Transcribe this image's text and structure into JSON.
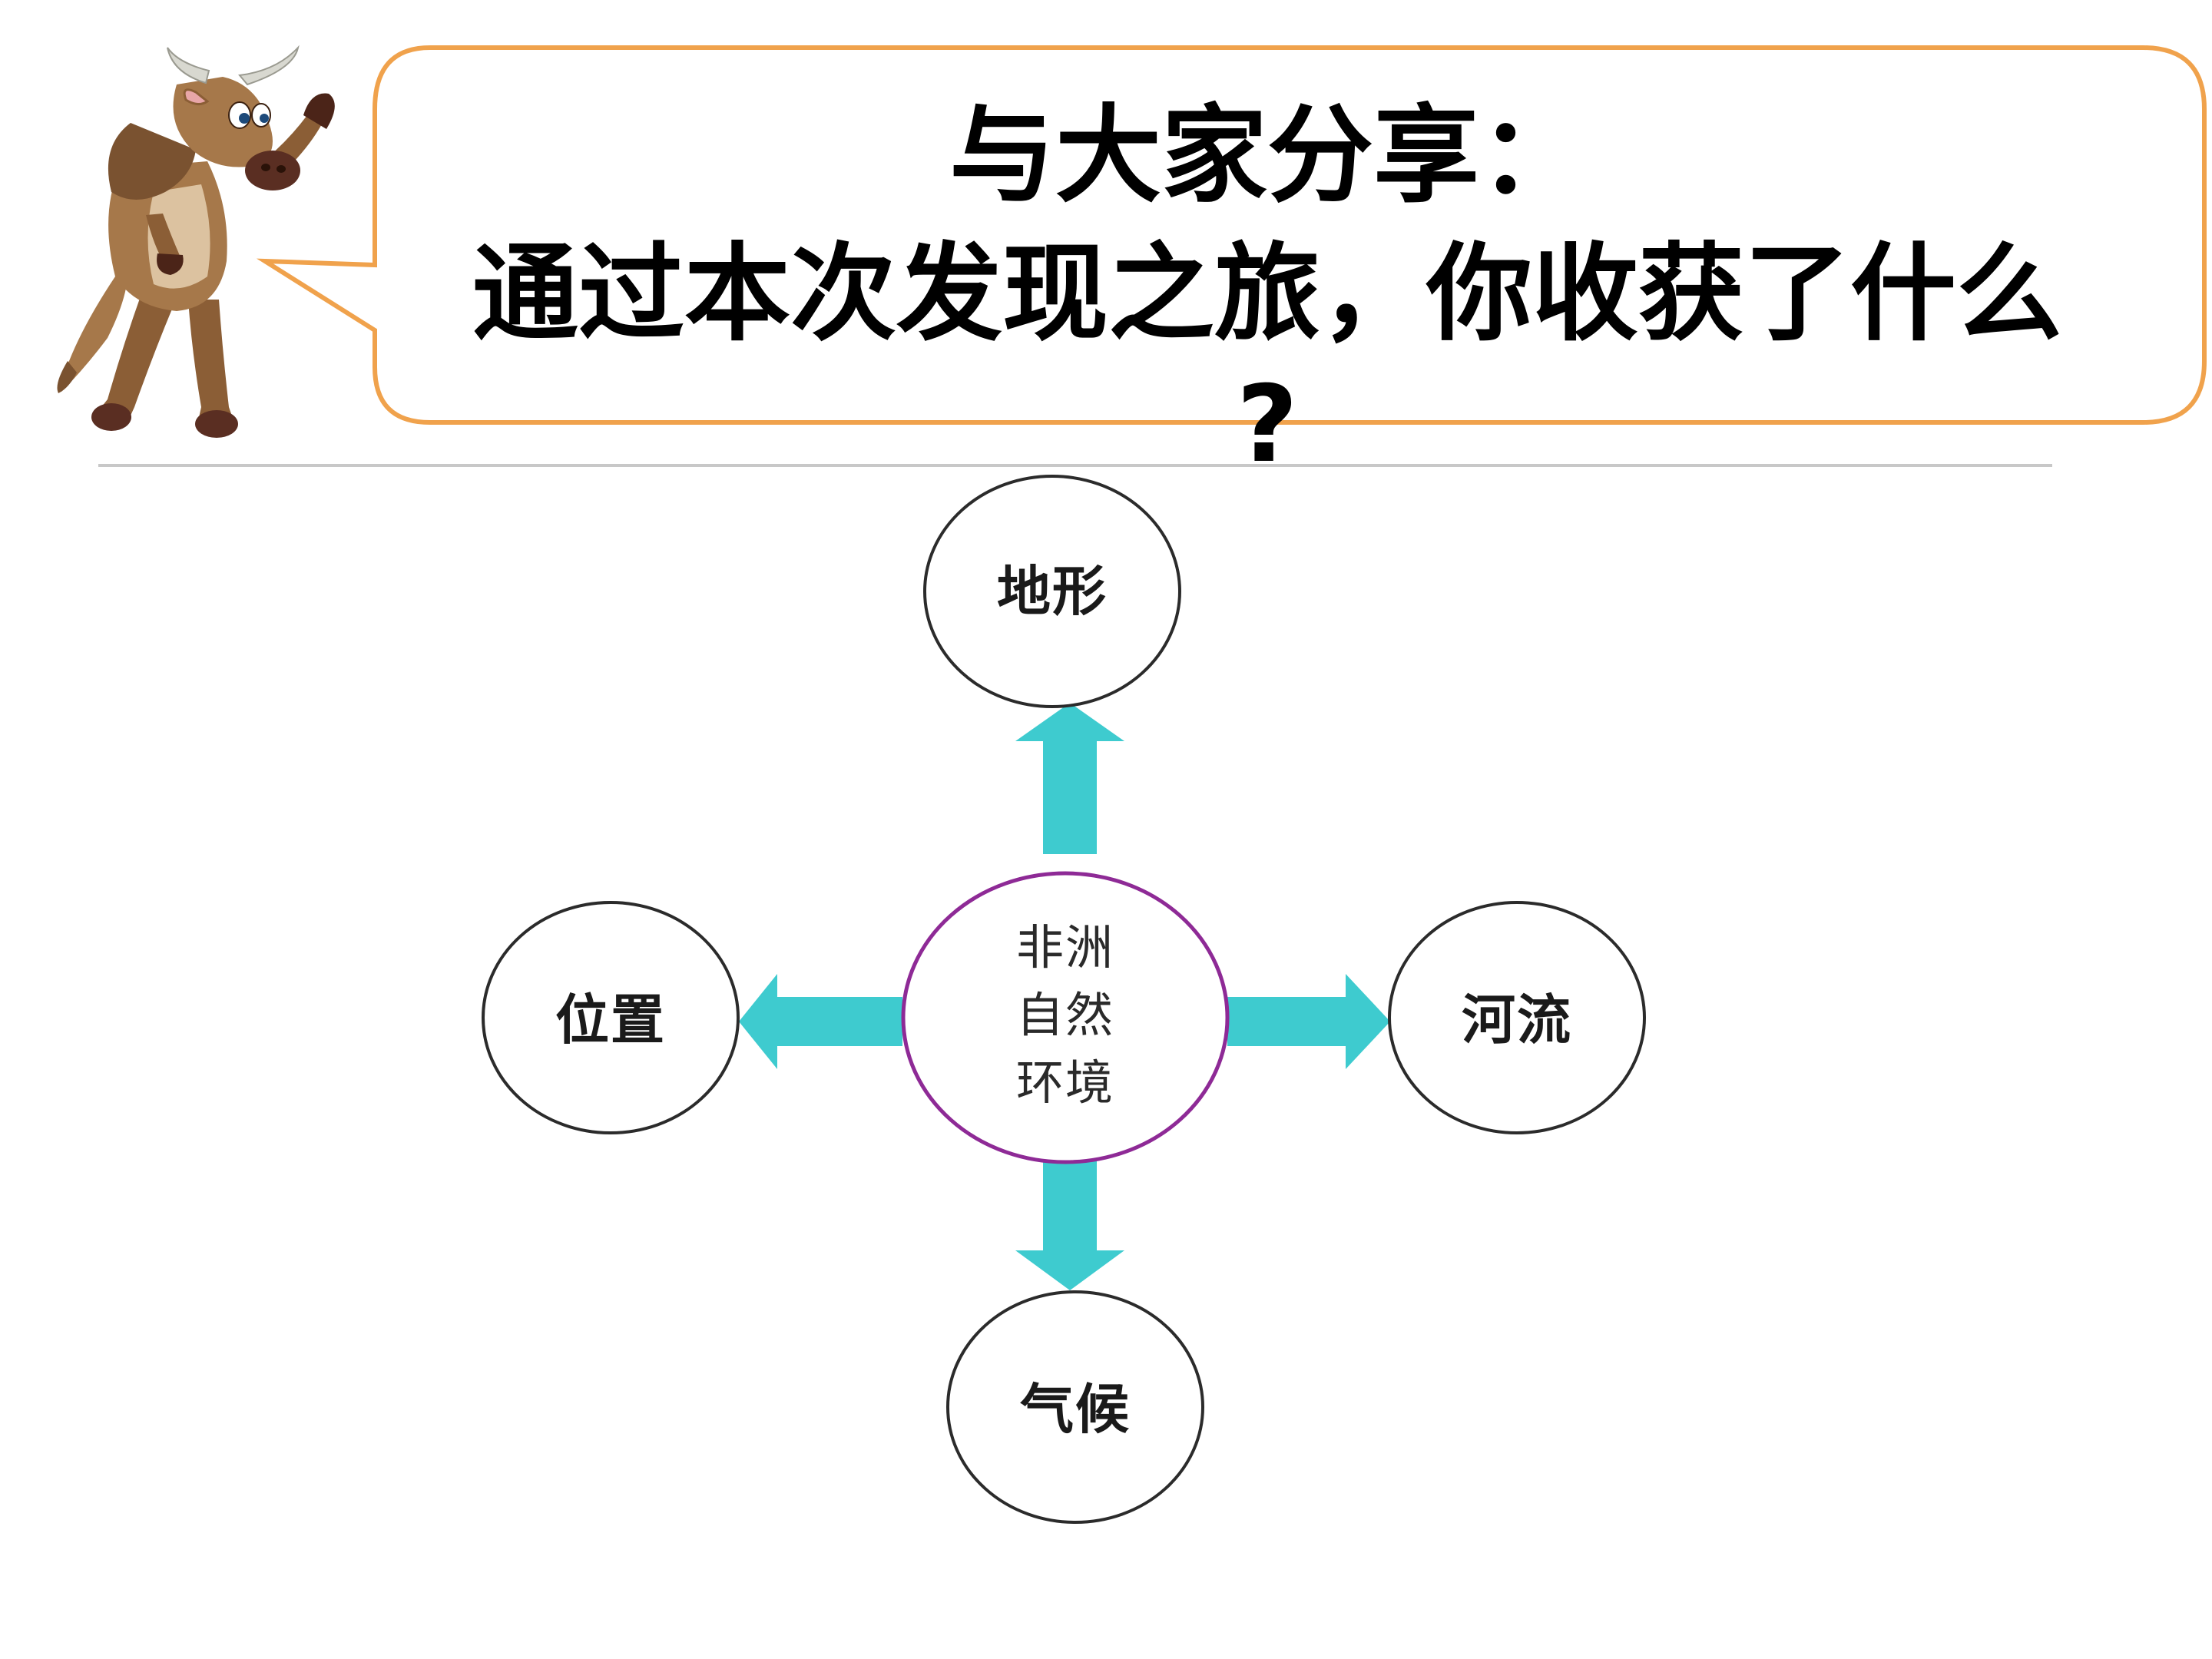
{
  "bubble": {
    "line1": "与大家分享：",
    "line2": "通过本次发现之旅，你收获了什么",
    "line3": "?"
  },
  "diagram": {
    "center": {
      "line1": "非洲",
      "line2": "自然",
      "line3": "环境"
    },
    "nodes": {
      "top": "地形",
      "left": "位置",
      "right": "河流",
      "bottom": "气候"
    }
  },
  "colors": {
    "arrow": "#3ecbcf",
    "center_ring": "#8e2a96",
    "node_ring": "#2b2b2b",
    "bubble_border": "#f0a24c",
    "divider": "#c8c8c8"
  },
  "icons": {
    "mascot": "cartoon-bull-icon"
  }
}
